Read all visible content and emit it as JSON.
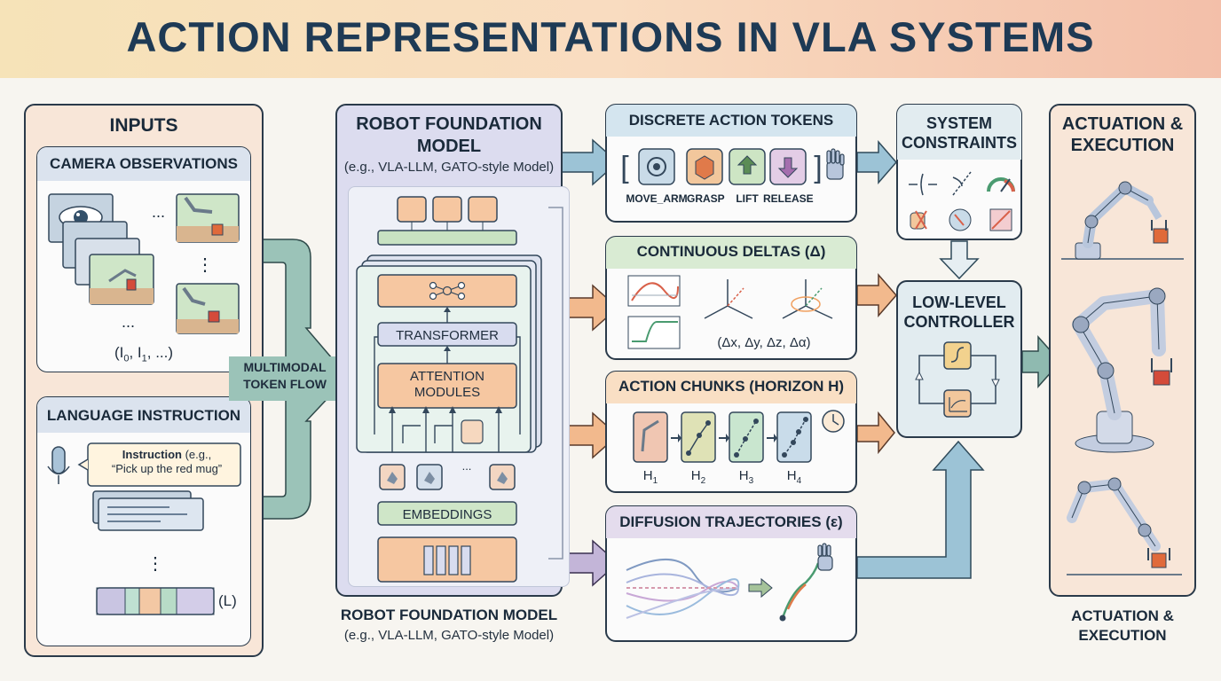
{
  "title": "ACTION REPRESENTATIONS IN VLA SYSTEMS",
  "inputs": {
    "header": "INPUTS",
    "camera": {
      "header": "CAMERA OBSERVATIONS",
      "ellipsis": "...",
      "vdots": "⋮",
      "sequence": "(I",
      "seq_sub0": "0",
      "seq_mid": ", I",
      "seq_sub1": "1",
      "seq_end": ", ...)"
    },
    "language": {
      "header": "LANGUAGE INSTRUCTION",
      "instruction_bold": "Instruction",
      "instruction_rest": " (e.g.,",
      "instruction_quote": "“Pick up the red mug”",
      "vdots": "⋮",
      "token_label": "(L)"
    }
  },
  "flow_label": {
    "line1": "MULTIMODAL",
    "line2": "TOKEN FLOW"
  },
  "foundation": {
    "header_line1": "ROBOT FOUNDATION",
    "header_line2": "MODEL",
    "subtitle": "(e.g., VLA-LLM, GATO-style Model)",
    "transformer": "TRANSFORMER",
    "attention_line1": "ATTENTION",
    "attention_line2": "MODULES",
    "embeddings": "EMBEDDINGS",
    "ellipsis": "...",
    "footer_line1": "ROBOT FOUNDATION MODEL",
    "footer_line2": "(e.g., VLA-LLM, GATO-style Model)"
  },
  "discrete": {
    "header": "DISCRETE ACTION TOKENS",
    "tokens": [
      {
        "label": "MOVE_ARM",
        "icon": "gear-icon",
        "color": "#c9dbe8"
      },
      {
        "label": "GRASP",
        "icon": "cube-icon",
        "color": "#f2c79c"
      },
      {
        "label": "LIFT",
        "icon": "upload-icon",
        "color": "#cde5c4"
      },
      {
        "label": "RELEASE",
        "icon": "download-icon",
        "color": "#e3cde6"
      }
    ]
  },
  "continuous": {
    "header": "CONTINUOUS DELTAS (Δ)",
    "formula": "(Δx, Δy, Δz, Δα)"
  },
  "chunks": {
    "header": "ACTION CHUNKS (HORIZON H)",
    "steps": [
      {
        "label": "H",
        "sub": "1",
        "color": "#f0c6b2"
      },
      {
        "label": "H",
        "sub": "2",
        "color": "#dfe2b6"
      },
      {
        "label": "H",
        "sub": "3",
        "color": "#c9e6cf"
      },
      {
        "label": "H",
        "sub": "4",
        "color": "#c9dcea"
      }
    ]
  },
  "diffusion": {
    "header": "DIFFUSION TRAJECTORIES (ε)"
  },
  "constraints": {
    "header_line1": "SYSTEM",
    "header_line2": "CONSTRAINTS"
  },
  "controller": {
    "header_line1": "LOW-LEVEL",
    "header_line2": "CONTROLLER"
  },
  "actuation": {
    "header_line1": "ACTUATION &",
    "header_line2": "EXECUTION",
    "footer_line1": "ACTUATION &",
    "footer_line2": "EXECUTION"
  },
  "colors": {
    "inputs_bg": "#f8e6d8",
    "camera_bg": "#dbe3ee",
    "language_bg": "#dbe3ee",
    "foundation_bg": "#dcdcef",
    "discrete_bg": "#d4e5ef",
    "continuous_bg": "#d9ebd3",
    "chunks_bg": "#f9dfc4",
    "diffusion_bg": "#e4dced",
    "controller_bg": "#e2ecf0",
    "actuation_bg": "#f8e6d8",
    "arrow_teal": "#8fbab0",
    "arrow_blue": "#9cc3d6",
    "arrow_orange": "#f2b98d",
    "arrow_purple": "#c3b5d8"
  }
}
